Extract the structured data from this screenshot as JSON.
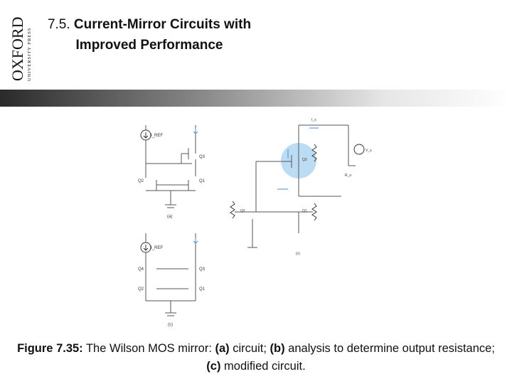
{
  "publisher": {
    "name": "OXFORD",
    "subtitle": "UNIVERSITY PRESS"
  },
  "slide": {
    "title_number": "7.5.",
    "title_bold": "Current-Mirror Circuits with Improved Performance"
  },
  "figure": {
    "labels": {
      "a": "(a)",
      "b": "(c)",
      "c": "(c)",
      "iref_a": "I_REF",
      "iref_b": "I_REF",
      "q1": "Q1",
      "q2": "Q2",
      "q3": "Q3",
      "q4": "Q4",
      "rout": "R_o",
      "ix": "I_x",
      "vx": "V_x"
    }
  },
  "caption": {
    "lead": "Figure 7.35:",
    "t1": " The Wilson MOS mirror: ",
    "a": "(a)",
    "t2": " circuit; ",
    "b": "(b)",
    "t3": " analysis to determine output resistance; ",
    "c": "(c)",
    "t4": " modified circuit."
  }
}
